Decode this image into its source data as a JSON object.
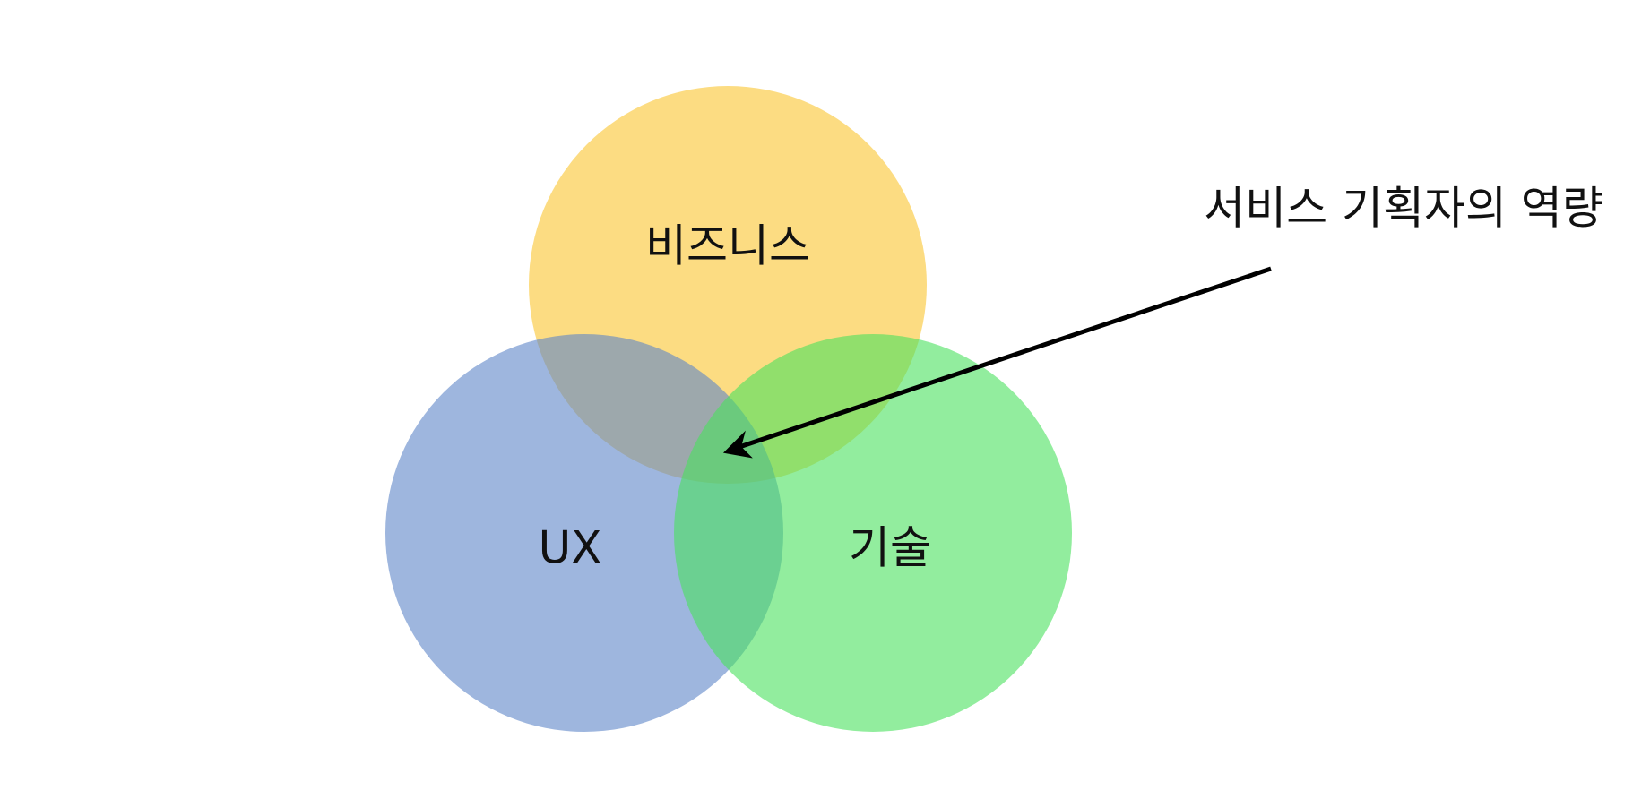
{
  "diagram": {
    "circles": [
      {
        "id": "business",
        "label": "비즈니스",
        "color": "#FAC52F",
        "opacity": 0.6
      },
      {
        "id": "ux",
        "label": "UX",
        "color": "#5E85C8",
        "opacity": 0.6
      },
      {
        "id": "tech",
        "label": "기술",
        "color": "#49E15D",
        "opacity": 0.6
      }
    ],
    "annotation": {
      "text": "서비스 기획자의 역량",
      "arrow_color": "#000000"
    }
  }
}
